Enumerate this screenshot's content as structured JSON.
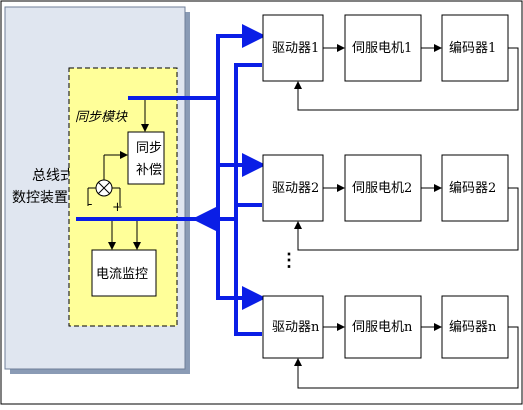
{
  "nc_device": {
    "line1": "总线式",
    "line2": "数控装置"
  },
  "sync_module": {
    "title": "同步模块",
    "comp_line1": "同步",
    "comp_line2": "补偿",
    "current_monitor": "电流监控",
    "minus": "-",
    "plus": "+"
  },
  "chain": [
    {
      "driver": "驱动器1",
      "motor": "伺服电机1",
      "encoder": "编码器1"
    },
    {
      "driver": "驱动器2",
      "motor": "伺服电机2",
      "encoder": "编码器2"
    },
    {
      "driver": "驱动器n",
      "motor": "伺服电机n",
      "encoder": "编码器n"
    }
  ],
  "ellipsis": "⋮",
  "colors": {
    "bus": "#0a1ee6",
    "nc_fill": "#e0e6f0",
    "nc_shadow": "#8a9bb5",
    "module_fill": "#ffff99",
    "line": "#000000"
  }
}
